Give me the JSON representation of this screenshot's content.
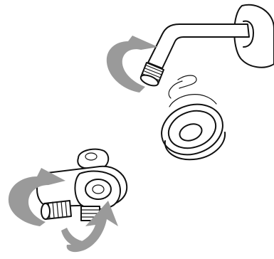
{
  "diagram": {
    "kind": "shower-arm-diverter-installation",
    "colors": {
      "line": "#111111",
      "arrow": "#9a9a9a",
      "background": "#ffffff"
    },
    "parts": [
      "shower-arm",
      "wall-flange",
      "teflon-tape-roll",
      "diverter-valve"
    ],
    "arrows": [
      "rotate-arrow-shower-arm",
      "rotate-arrow-diverter-left",
      "rotate-arrow-diverter-bottom"
    ]
  }
}
